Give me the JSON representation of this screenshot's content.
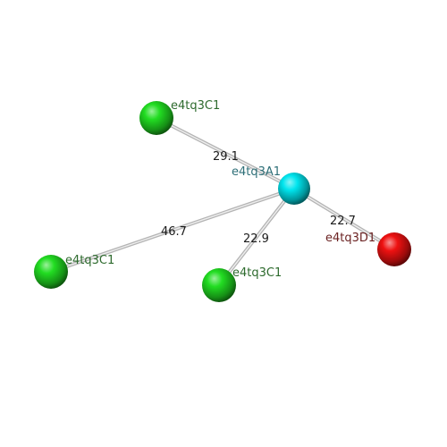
{
  "diagram": {
    "nodes": [
      {
        "id": "hub",
        "label": "e4tq3A1",
        "color": "#00e5ee",
        "label_color": "#2e6f78"
      },
      {
        "id": "top",
        "label": "e4tq3C1",
        "color": "#22dd22",
        "label_color": "#2d6a2d"
      },
      {
        "id": "left",
        "label": "e4tq3C1",
        "color": "#22dd22",
        "label_color": "#2d6a2d"
      },
      {
        "id": "bottom",
        "label": "e4tq3C1",
        "color": "#22dd22",
        "label_color": "#2d6a2d"
      },
      {
        "id": "right",
        "label": "e4tq3D1",
        "color": "#ee1111",
        "label_color": "#6b2222"
      }
    ],
    "edges": [
      {
        "from": "hub",
        "to": "top",
        "label": "29.1"
      },
      {
        "from": "hub",
        "to": "left",
        "label": "46.7"
      },
      {
        "from": "hub",
        "to": "bottom",
        "label": "22.9"
      },
      {
        "from": "hub",
        "to": "right",
        "label": "22.7"
      }
    ]
  }
}
